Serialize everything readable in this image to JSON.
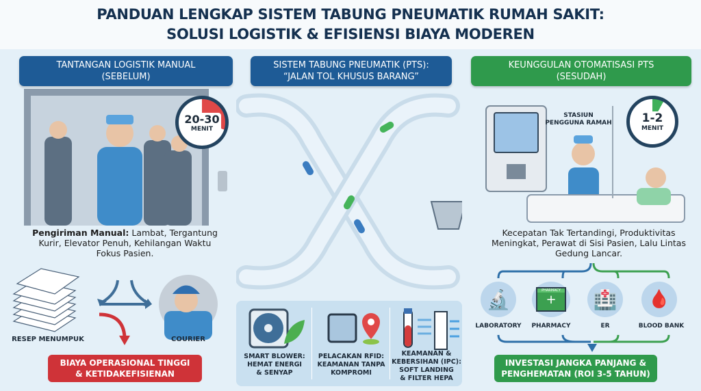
{
  "title": {
    "line1": "PANDUAN LENGKAP SISTEM TABUNG PNEUMATIK RUMAH SAKIT:",
    "line2": "SOLUSI LOGISTIK & EFISIENSI BIAYA MODEREN"
  },
  "left": {
    "header": {
      "line1": "TANTANGAN LOGISTIK MANUAL",
      "line2": "(SEBELUM)"
    },
    "clock": {
      "time": "20-30",
      "unit": "MENIT"
    },
    "description_bold": "Pengiriman Manual:",
    "description": " Lambat, Tergantung Kurir, Elevator Penuh, Kehilangan Waktu Fokus Pasien.",
    "labels": {
      "papers": "RESEP MENUMPUK",
      "courier": "COURIER"
    },
    "result": {
      "line1": "BIAYA OPERASIONAL TINGGI",
      "line2": "& KETIDAKEFISIENAN"
    }
  },
  "middle": {
    "header": {
      "line1": "SISTEM TABUNG PNEUMATIK (PTS):",
      "line2": "“JALAN TOL KHUSUS BARANG”"
    },
    "features": [
      {
        "lines": [
          "SMART BLOWER:",
          "HEMAT ENERGI",
          "& SENYAP"
        ],
        "icon": "fan-leaf-icon"
      },
      {
        "lines": [
          "PELACAKAN RFID:",
          "KEAMANAN TANPA",
          "KOMPROMI"
        ],
        "icon": "chip-location-icon"
      },
      {
        "lines": [
          "KEAMANAN &",
          "KEBERSIHAN (IPC):",
          "SOFT LANDING",
          "& FILTER HEPA"
        ],
        "icon": "tube-filter-icon"
      }
    ]
  },
  "right": {
    "header": {
      "line1": "KEUNGGULAN OTOMATISASI PTS",
      "line2": "(SESUDAH)"
    },
    "station_label": {
      "line1": "STASIUN",
      "line2": "PENGGUNA RAMAH"
    },
    "clock": {
      "time": "1-2",
      "unit": "MENIT"
    },
    "description": "Kecepatan Tak Tertandingi, Produktivitas Meningkat, Perawat di Sisi Pasien, Lalu Lintas Gedung Lancar.",
    "departments": [
      {
        "label": "LABORATORY",
        "icon": "microscope-icon"
      },
      {
        "label": "PHARMACY",
        "icon": "pharmacy-icon",
        "sign": "PHARMACY"
      },
      {
        "label": "ER",
        "icon": "hospital-icon"
      },
      {
        "label": "BLOOD BANK",
        "icon": "blood-bank-icon"
      }
    ],
    "result": {
      "line1": "INVESTASI JANGKA PANJANG &",
      "line2": "PENGHEMATAN (ROI 3-5 TAHUN)"
    }
  },
  "colors": {
    "blue": "#1e5b96",
    "green": "#2f9a4c",
    "red": "#cf3338",
    "navy": "#14304f"
  }
}
